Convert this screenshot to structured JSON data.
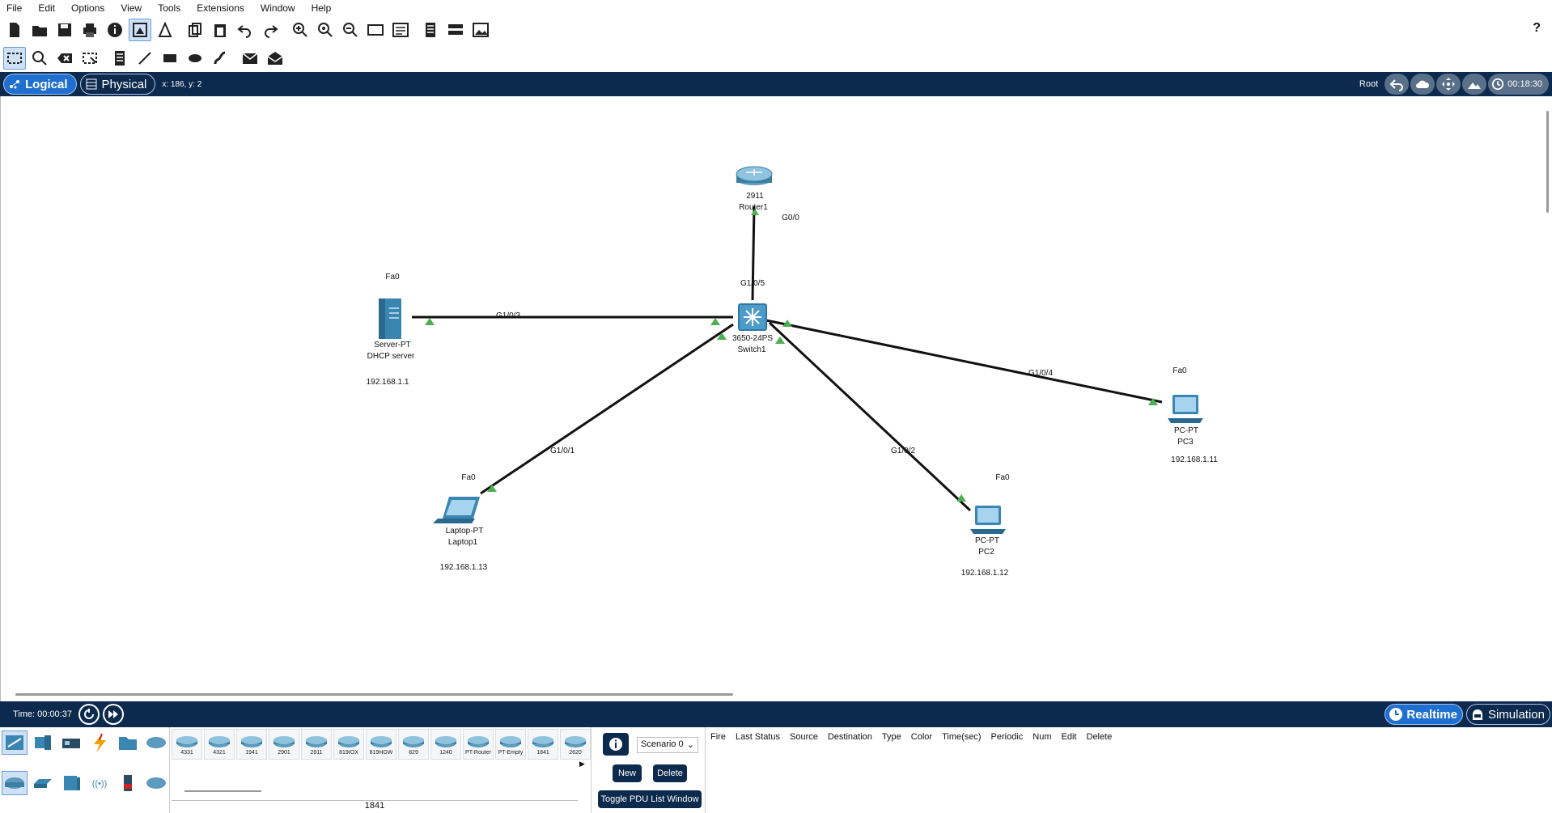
{
  "menu": [
    "File",
    "Edit",
    "Options",
    "View",
    "Tools",
    "Extensions",
    "Window",
    "Help"
  ],
  "toolbar": {
    "help": "?"
  },
  "mode": {
    "logical": "Logical",
    "physical": "Physical",
    "coords": "x: 186, y: 2",
    "root": "Root",
    "clock": "00:18:30"
  },
  "topology": {
    "devices": [
      {
        "id": "router1",
        "model": "2911",
        "name": "Router1",
        "ip": ""
      },
      {
        "id": "switch1",
        "model": "3650-24PS",
        "name": "Switch1",
        "ip": ""
      },
      {
        "id": "server",
        "model": "Server-PT",
        "name": "DHCP server",
        "ip": "192.168.1.1",
        "port": "Fa0"
      },
      {
        "id": "laptop1",
        "model": "Laptop-PT",
        "name": "Laptop1",
        "ip": "192.168.1.13",
        "port": "Fa0"
      },
      {
        "id": "pc2",
        "model": "PC-PT",
        "name": "PC2",
        "ip": "192.168.1.12",
        "port": "Fa0"
      },
      {
        "id": "pc3",
        "model": "PC-PT",
        "name": "PC3",
        "ip": "192.168.1.11",
        "port": "Fa0"
      }
    ],
    "links": [
      {
        "from": "router1",
        "to": "switch1",
        "label_a": "G0/0",
        "label_b": "G1/0/5"
      },
      {
        "from": "server",
        "to": "switch1",
        "label": "G1/0/3"
      },
      {
        "from": "laptop1",
        "to": "switch1",
        "label": "G1/0/1"
      },
      {
        "from": "pc2",
        "to": "switch1",
        "label": "G1/0/2"
      },
      {
        "from": "pc3",
        "to": "switch1",
        "label": "G1/0/4"
      }
    ],
    "link_color": "#111111",
    "port_up_color": "#4caf50"
  },
  "timebar": {
    "time": "Time: 00:00:37",
    "realtime": "Realtime",
    "simulation": "Simulation"
  },
  "devices_palette": [
    "4331",
    "4321",
    "1941",
    "2901",
    "2911",
    "819IOX",
    "819HGW",
    "829",
    "1240",
    "PT-Router",
    "PT-Empty",
    "1841",
    "2620"
  ],
  "selected_device_caption": "1841",
  "scenario": {
    "select": "Scenario 0",
    "new": "New",
    "delete": "Delete",
    "toggle": "Toggle PDU List Window"
  },
  "pdu_columns": [
    "Fire",
    "Last Status",
    "Source",
    "Destination",
    "Type",
    "Color",
    "Time(sec)",
    "Periodic",
    "Num",
    "Edit",
    "Delete"
  ]
}
